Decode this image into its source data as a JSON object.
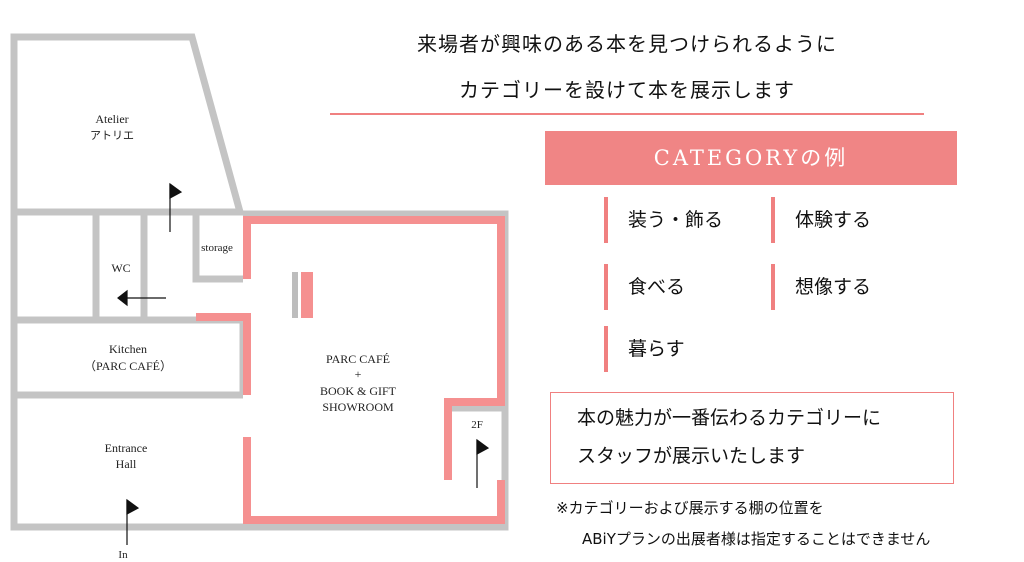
{
  "heading": {
    "line1": "来場者が興味のある本を見つけられるように",
    "line2": "カテゴリーを設けて本を展示します"
  },
  "category_banner": "CATEGORYの例",
  "categories": [
    "装う・飾る",
    "食べる",
    "暮らす",
    "体験する",
    "想像する"
  ],
  "note_box": {
    "line1": "本の魅力が一番伝わるカテゴリーに",
    "line2": "スタッフが展示いたします"
  },
  "disclaimer": {
    "line1": "※カテゴリーおよび展示する棚の位置を",
    "line2": "ABiYプランの出展者様は指定することはできません"
  },
  "floorplan": {
    "rooms": {
      "atelier_en": "Atelier",
      "atelier_ja": "アトリエ",
      "wc": "WC",
      "storage": "storage",
      "kitchen": "Kitchen",
      "kitchen_sub": "（PARC CAFÉ）",
      "main_line1": "PARC CAFÉ",
      "main_line2": "+",
      "main_line3": "BOOK & GIFT",
      "main_line4": "SHOWROOM",
      "entrance_line1": "Entrance",
      "entrance_line2": "Hall",
      "stairs": "2F",
      "entry": "In"
    },
    "colors": {
      "wall": "#c4c4c4",
      "highlight": "#f59090"
    }
  }
}
